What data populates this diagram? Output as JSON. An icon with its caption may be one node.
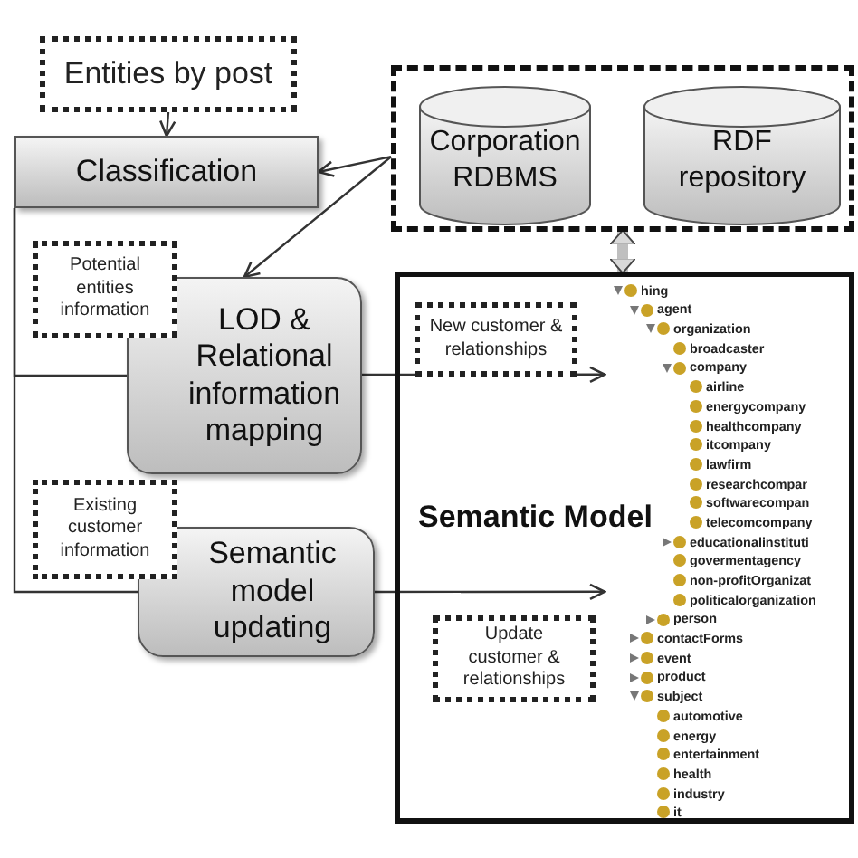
{
  "diagram": {
    "nodes": [
      {
        "text": [
          "Entities by post"
        ]
      },
      {
        "text": [
          "Classification"
        ]
      },
      {
        "text": [],
        "shape": "box"
      },
      {
        "text": [
          "Corporation RDBMS"
        ],
        "in": 2
      },
      {
        "text": [
          "RDF repository"
        ],
        "in": 2
      },
      {
        "text": [
          "Potential entities information"
        ]
      },
      {
        "text": [
          "LOD & Relational information mapping"
        ]
      },
      {
        "text": [
          "Semantic Model"
        ]
      },
      {
        "text": [
          "New customer & relationships"
        ],
        "in": 7
      },
      {
        "text": [
          "hing",
          "agent",
          "organization",
          "broadcaster",
          "company",
          "airline",
          "energycompany",
          "healthcompany",
          "itcompany",
          "lawfirm",
          "researchcompar",
          "softwarecompan",
          "telecomcompany",
          "educationalinstituti",
          "govermentagency",
          "non-profitOrganizat",
          "politicalorganization",
          "person",
          "contactForms",
          "event",
          "product",
          "subject",
          "automotive",
          "energy",
          "entertainment",
          "health",
          "industry",
          "it"
        ],
        "in": 7
      },
      {
        "text": [
          "Existing customer information"
        ]
      },
      {
        "text": [
          "Semantic model updating"
        ]
      },
      {
        "text": [
          "Update customer & relationships"
        ],
        "in": 7
      }
    ],
    "edges": [
      {
        "from": 0,
        "to": 1,
        "arrow": "to"
      },
      {
        "from": 1,
        "to": 6,
        "arrow": "none"
      },
      {
        "from": 1,
        "to": 11,
        "arrow": "none"
      },
      {
        "from": 2,
        "to": 1,
        "arrow": "to"
      },
      {
        "from": 2,
        "to": 6,
        "arrow": "to"
      },
      {
        "from": 2,
        "to": 7,
        "arrow": "both",
        "style": "thick",
        "color": "#bfbfbf"
      },
      {
        "from": 6,
        "to": 9,
        "arrow": "to"
      },
      {
        "from": 11,
        "to": 9,
        "arrow": "to"
      }
    ]
  }
}
